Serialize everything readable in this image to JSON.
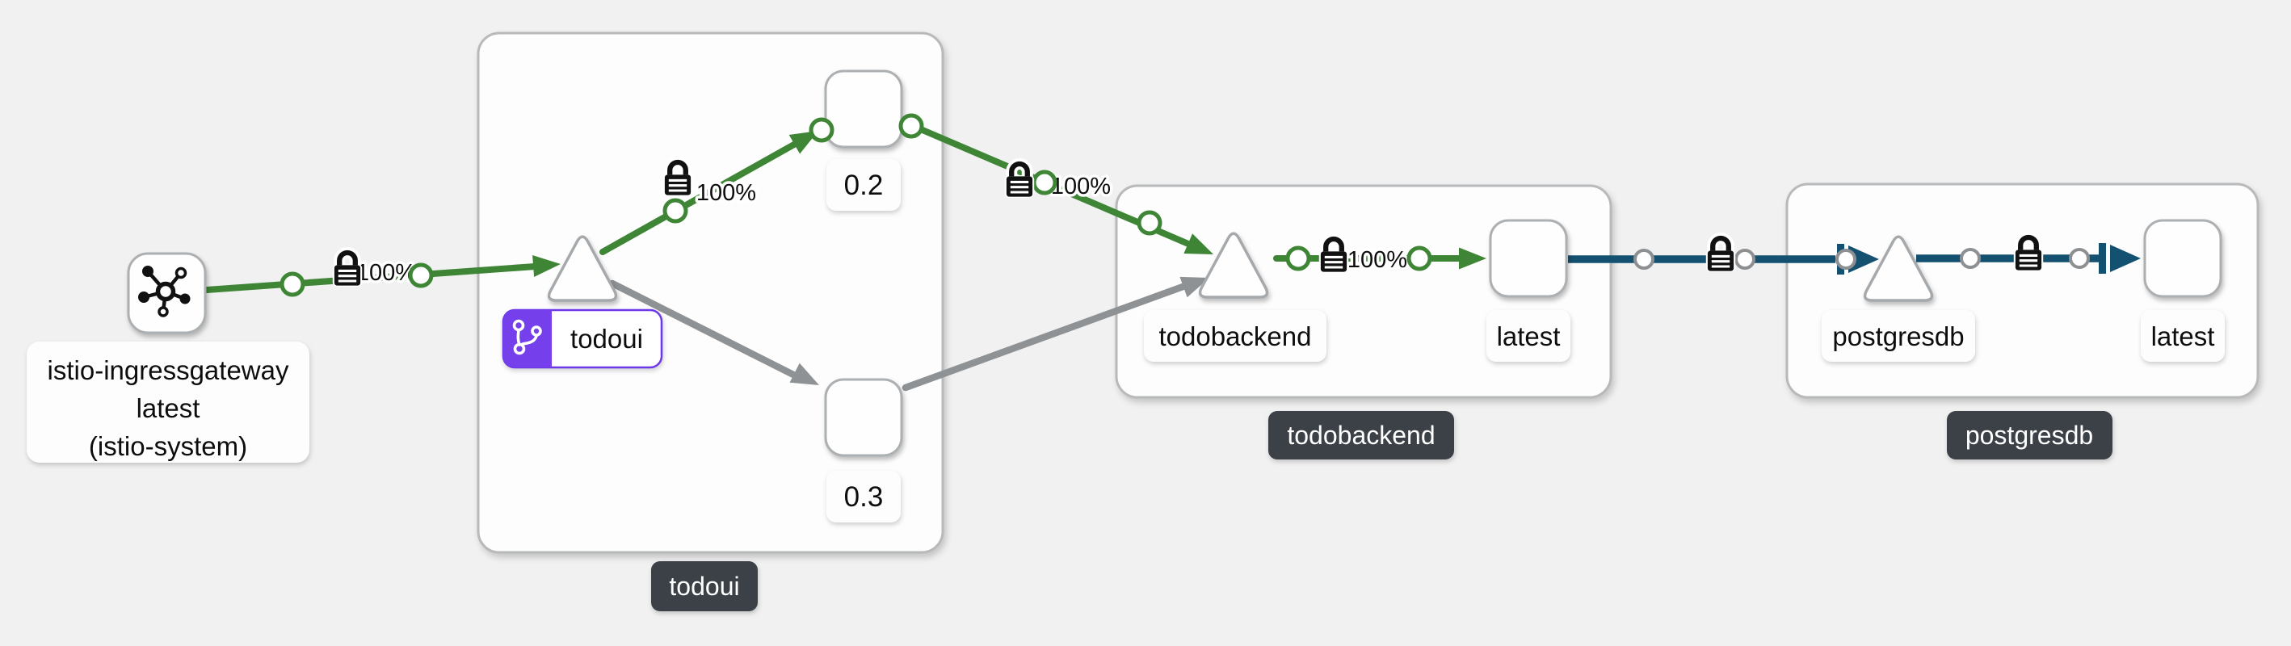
{
  "diagram": {
    "type": "service-mesh-graph",
    "background": "#f1f1f1"
  },
  "colors": {
    "traffic_green": "#3e8635",
    "traffic_tcp_blue": "#14506f",
    "idle_gray": "#8f9294",
    "virtual_service_purple": "#7540ec",
    "group_badge_bg": "#3b4147",
    "node_fill": "#fefefe",
    "node_border": "#a9acae"
  },
  "nodes": {
    "ingressgateway": {
      "line1": "istio-ingressgateway",
      "line2": "latest",
      "line3": "(istio-system)"
    },
    "todoui": {
      "service": "todoui",
      "v02": "0.2",
      "v03": "0.3"
    },
    "todobackend": {
      "service": "todobackend",
      "version": "latest"
    },
    "postgresdb": {
      "service": "postgresdb",
      "version": "latest"
    }
  },
  "groups": {
    "todoui": "todoui",
    "todobackend": "todobackend",
    "postgresdb": "postgresdb"
  },
  "edges": {
    "ingress_to_todoui_pct": "100%",
    "todoui_to_v02_pct": "100%",
    "v02_to_todobackend_pct": "100%",
    "todobackend_internal_pct": "100%"
  }
}
